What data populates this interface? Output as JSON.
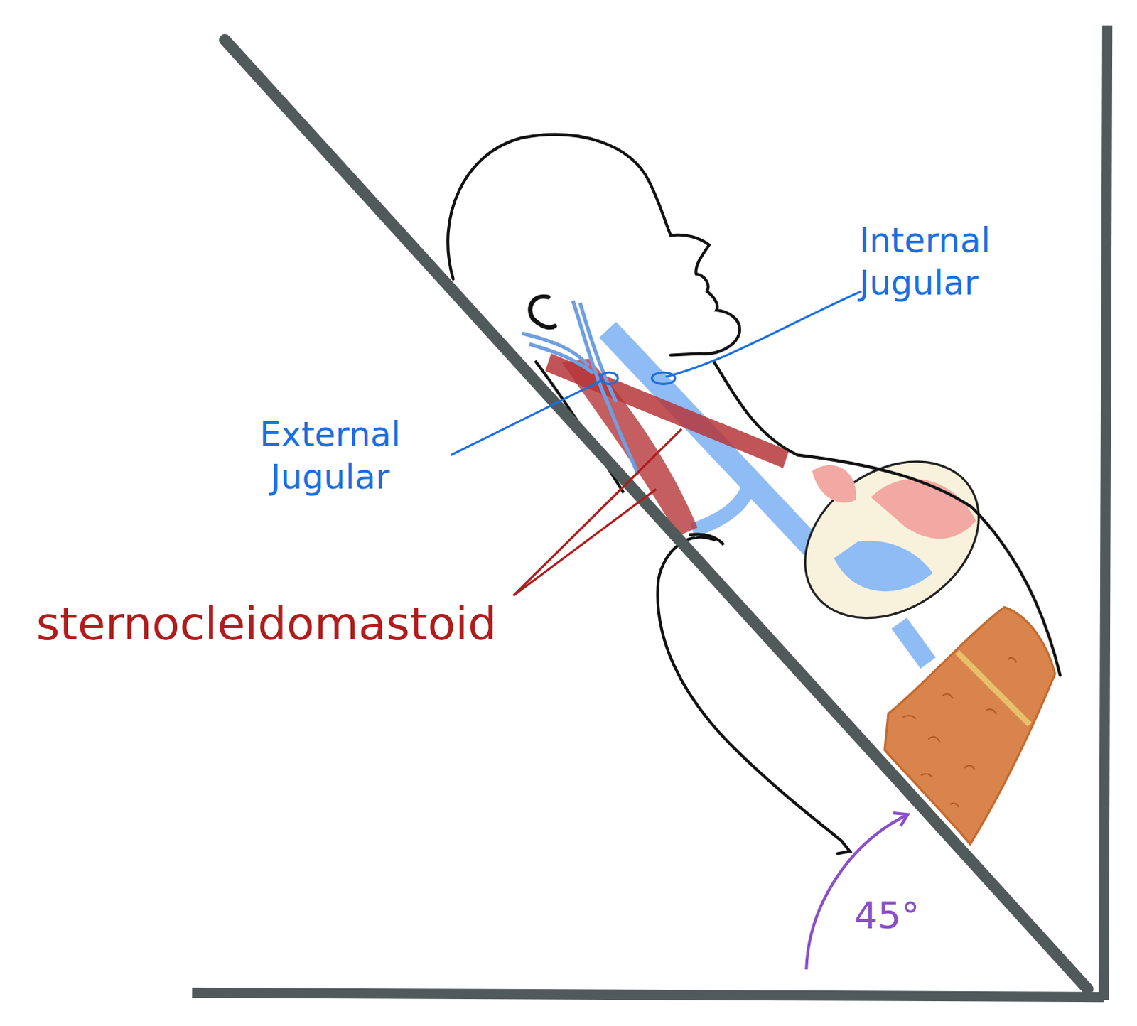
{
  "diagram": {
    "labels": [
      "Internal Jugular",
      "External Jugular",
      "sternocleidomastoid",
      "45°"
    ]
  }
}
